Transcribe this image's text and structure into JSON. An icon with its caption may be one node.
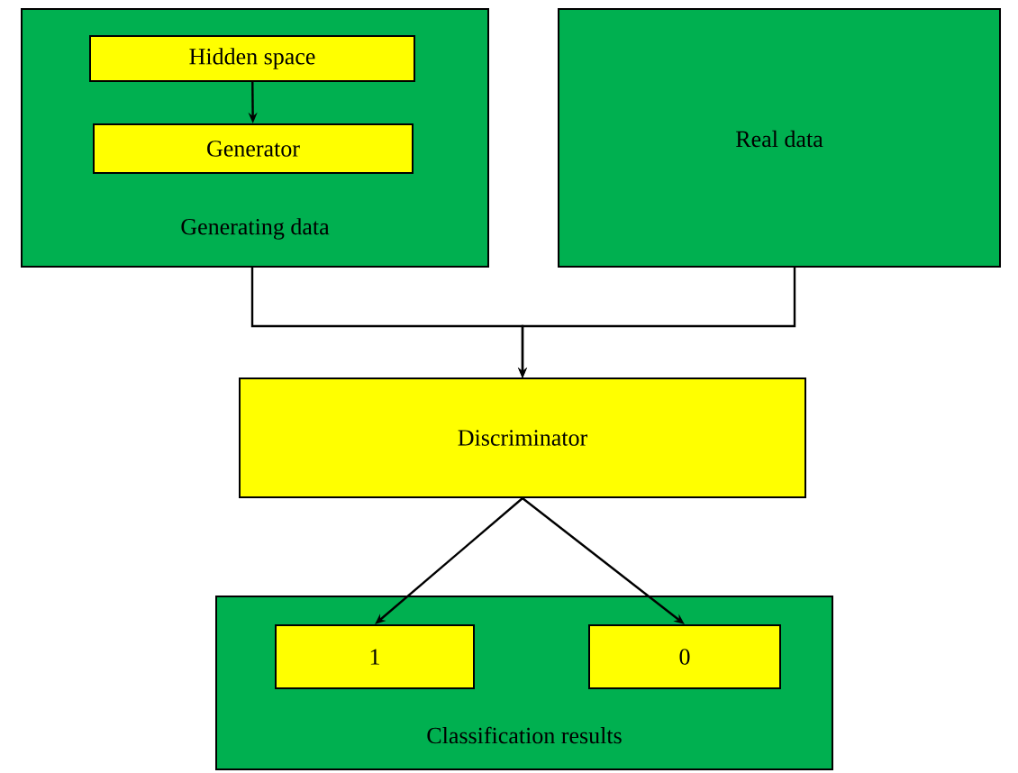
{
  "diagram": {
    "nodes": [
      {
        "text": [
          "Generating data"
        ]
      },
      {
        "text": [
          "Hidden space"
        ],
        "in": 0
      },
      {
        "text": [
          "Generator"
        ],
        "in": 0
      },
      {
        "text": [
          "Real data"
        ]
      },
      {
        "text": [
          "Discriminator"
        ]
      },
      {
        "text": [
          "Classification results"
        ]
      },
      {
        "text": [
          "1"
        ],
        "in": 5
      },
      {
        "text": [
          "0"
        ],
        "in": 5
      }
    ],
    "edges": [
      {
        "from": 1,
        "to": 2,
        "arrow": "to"
      },
      {
        "from": 0,
        "to": 4,
        "arrow": "to"
      },
      {
        "from": 3,
        "to": 4,
        "arrow": "to"
      },
      {
        "from": 4,
        "to": 6,
        "arrow": "to"
      },
      {
        "from": 4,
        "to": 7,
        "arrow": "to"
      }
    ]
  }
}
